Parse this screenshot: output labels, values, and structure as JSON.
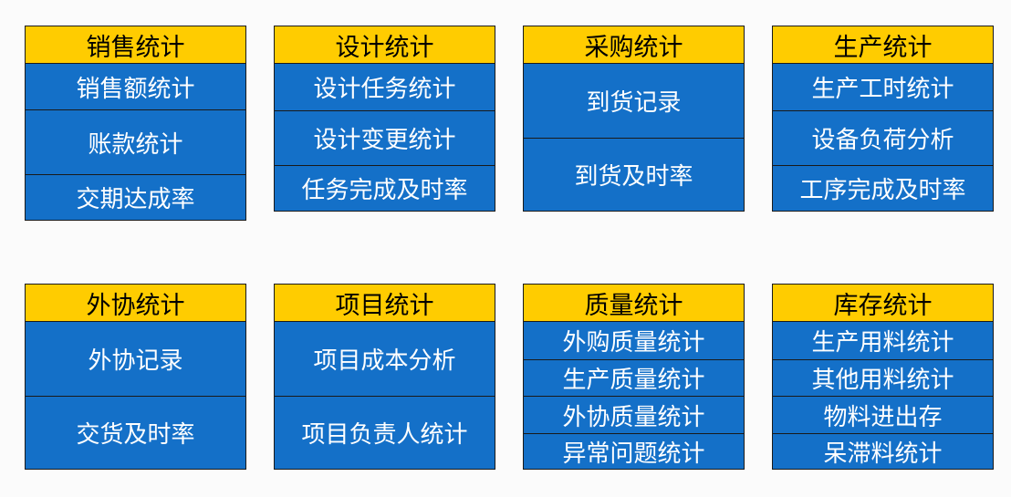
{
  "colors": {
    "header_bg": "#ffcc00",
    "row_bg": "#1470c8",
    "border": "#1a1a1a",
    "page_bg": "#fbfbfb"
  },
  "cards": [
    {
      "title": "销售统计",
      "items": [
        "销售额统计",
        "账款统计",
        "交期达成率"
      ]
    },
    {
      "title": "设计统计",
      "items": [
        "设计任务统计",
        "设计变更统计",
        "任务完成及时率"
      ]
    },
    {
      "title": "采购统计",
      "items": [
        "到货记录",
        "到货及时率"
      ]
    },
    {
      "title": "生产统计",
      "items": [
        "生产工时统计",
        "设备负荷分析",
        "工序完成及时率"
      ]
    },
    {
      "title": "外协统计",
      "items": [
        "外协记录",
        "交货及时率"
      ]
    },
    {
      "title": "项目统计",
      "items": [
        "项目成本分析",
        "项目负责人统计"
      ]
    },
    {
      "title": "质量统计",
      "items": [
        "外购质量统计",
        "生产质量统计",
        "外协质量统计",
        "异常问题统计"
      ]
    },
    {
      "title": "库存统计",
      "items": [
        "生产用料统计",
        "其他用料统计",
        "物料进出存",
        "呆滞料统计"
      ]
    }
  ]
}
